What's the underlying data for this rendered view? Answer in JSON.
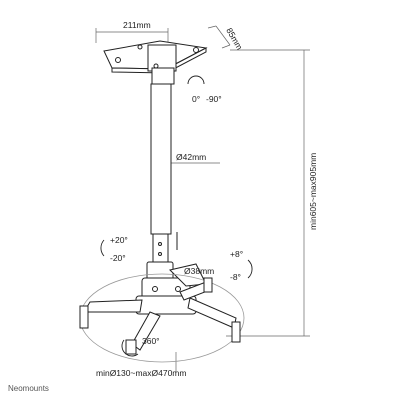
{
  "dimensions": {
    "plate_width": "211mm",
    "plate_depth": "85mm",
    "tube_diameter": "Ø42mm",
    "joint_diameter": "Ø38mm",
    "height_range": "min605~max905mm",
    "footprint_range": "minØ130~maxØ470mm"
  },
  "adjustments": {
    "rotate_zero": "0°",
    "rotate_neg90": "-90°",
    "tilt_up": "+20°",
    "tilt_down": "-20°",
    "roll_up": "+8°",
    "roll_down": "-8°",
    "swivel": "360°"
  },
  "brand": "Neomounts",
  "colors": {
    "line": "#222222",
    "dim_line": "#666666",
    "ellipse": "#999999",
    "fill": "#ffffff"
  }
}
